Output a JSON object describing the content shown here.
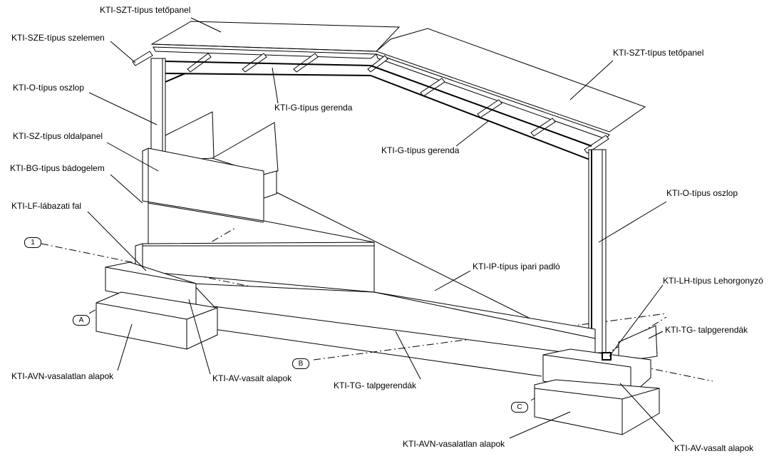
{
  "labels": {
    "roof_panel_left": "KTI-SZT-típus tetőpanel",
    "purlin": "KTI-SZE-típus szelemen",
    "column_left": "KTI-O-típus oszlop",
    "beam_left": "KTI-G-típus gerenda",
    "roof_panel_right": "KTI-SZT-típus tetőpanel",
    "side_panel": "KTI-SZ-típus oldalpanel",
    "sheet_element": "KTI-BG-típus bádogelem",
    "beam_right": "KTI-G-típus gerenda",
    "column_right": "KTI-O-típus oszlop",
    "plinth_wall": "KTI-LF-lábazati fal",
    "industrial_floor": "KTI-IP-típus ipari padló",
    "anchor": "KTI-LH-típus Lehorgonyzó",
    "sill_beams_right": "KTI-TG- talpgerendák",
    "unreinforced_left": "KTI-AVN-vasalatlan alapok",
    "reinforced_left": "KTI-AV-vasalt alapok",
    "sill_beams_mid": "KTI-TG- talpgerendák",
    "unreinforced_bottom": "KTI-AVN-vasalatlan alapok",
    "reinforced_bottom": "KTI-AV-vasalt alapok"
  },
  "grid_markers": {
    "g1": "1",
    "gA": "A",
    "gB": "B",
    "gC": "C"
  }
}
